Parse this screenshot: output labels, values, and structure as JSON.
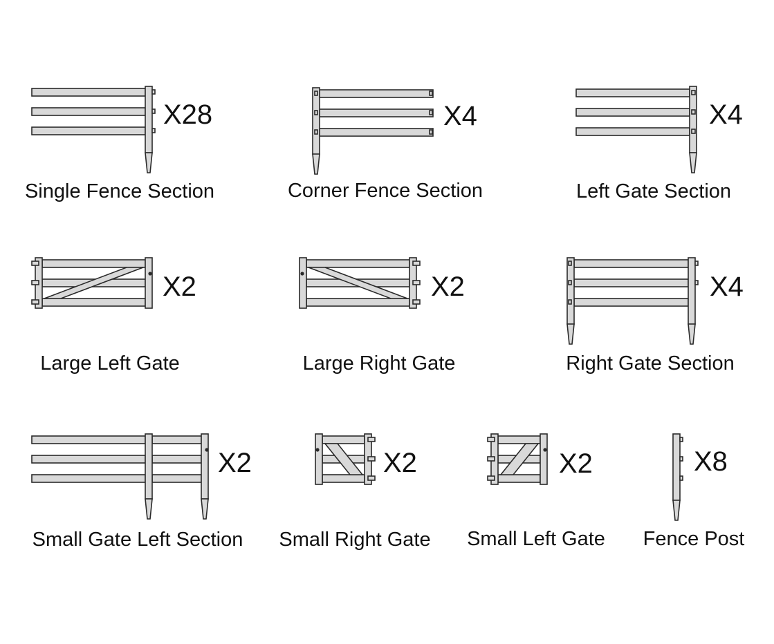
{
  "items": [
    {
      "name": "Single Fence Section",
      "qty": "X28"
    },
    {
      "name": "Corner Fence Section",
      "qty": "X4"
    },
    {
      "name": "Left Gate Section",
      "qty": "X4"
    },
    {
      "name": "Large Left Gate",
      "qty": "X2"
    },
    {
      "name": "Large Right Gate",
      "qty": "X2"
    },
    {
      "name": "Right Gate Section",
      "qty": "X4"
    },
    {
      "name": "Small Gate Left Section",
      "qty": "X2"
    },
    {
      "name": "Small Right Gate",
      "qty": "X2"
    },
    {
      "name": "Small Left Gate",
      "qty": "X2"
    },
    {
      "name": "Fence Post",
      "qty": "X8"
    }
  ]
}
